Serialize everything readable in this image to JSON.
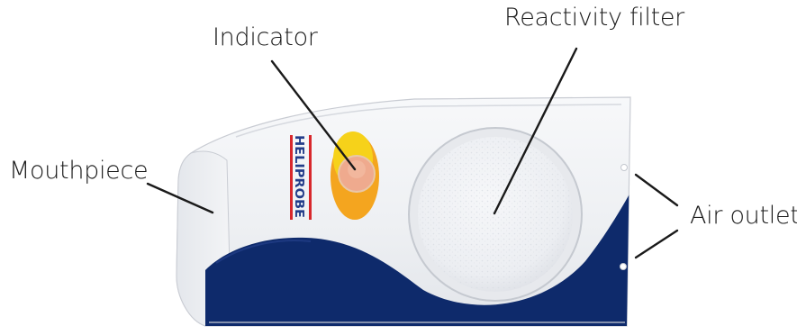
{
  "labels": {
    "indicator": "Indicator",
    "reactivity_filter": "Reactivity filter",
    "mouthpiece": "Mouthpiece",
    "air_outlet": "Air outlet"
  },
  "device": {
    "brand_text": "HELIPROBE"
  },
  "colors": {
    "navy": "#0e2a6b",
    "indicator_outer": "#f4a51f",
    "indicator_yellow": "#f6d21a",
    "indicator_center": "#efaa8e",
    "stripe_red": "#d8282c",
    "brand_blue": "#233d8a"
  }
}
